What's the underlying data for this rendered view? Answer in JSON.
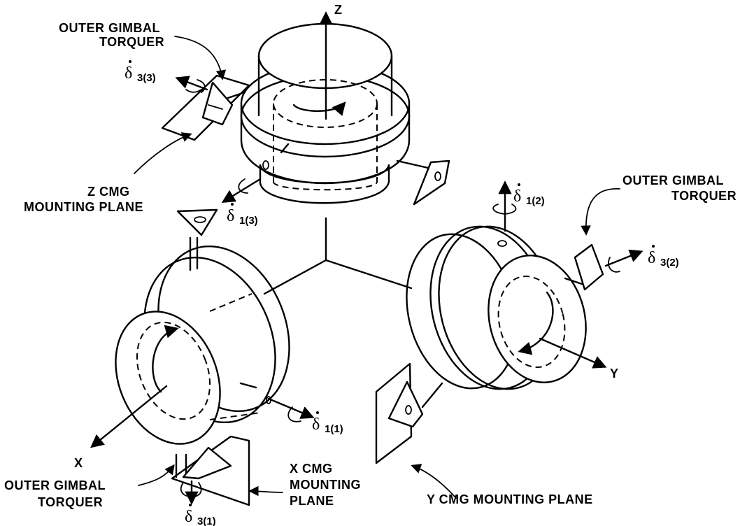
{
  "labels": {
    "outer_gimbal_torquer_tl": [
      "OUTER GIMBAL",
      "TORQUER"
    ],
    "outer_gimbal_torquer_tr": [
      "OUTER GIMBAL",
      "TORQUER"
    ],
    "outer_gimbal_torquer_bl": [
      "OUTER GIMBAL",
      "TORQUER"
    ],
    "z_cmg_plane": [
      "Z CMG",
      "MOUNTING PLANE"
    ],
    "x_cmg_plane": [
      "X CMG",
      "MOUNTING",
      "PLANE"
    ],
    "y_cmg_plane": "Y CMG MOUNTING PLANE"
  },
  "axes": {
    "x": "X",
    "y": "Y",
    "z": "Z"
  },
  "rates": {
    "delta_symbol": "δ",
    "d33": "3(3)",
    "d13": "1(3)",
    "d12": "1(2)",
    "d32": "3(2)",
    "d11": "1(1)",
    "d31": "3(1)"
  }
}
